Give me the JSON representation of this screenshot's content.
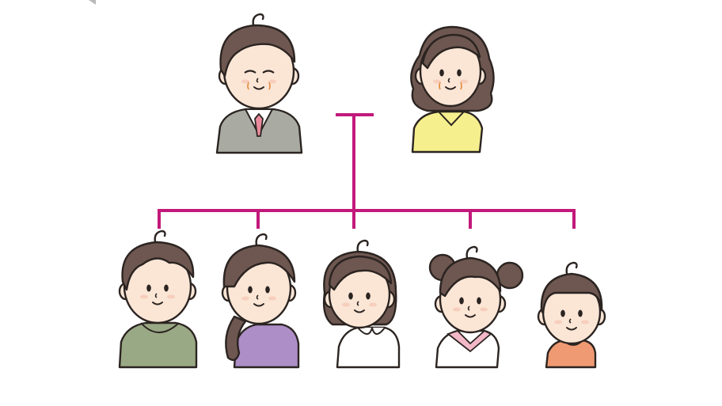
{
  "colors": {
    "tree_line": "#c2197a",
    "outline": "#2b2421",
    "skin": "#fbe6d6",
    "cheek": "#f4b9a8",
    "hair": "#6e5750",
    "father_sweater": "#a9aba3",
    "father_tie": "#e98b9c",
    "mother_top": "#f6ef8e",
    "son_hoodie": "#9aa985",
    "daughter1_top": "#ad8ec7",
    "daughter2_top": "#ffffff",
    "daughter3_top": "#ffffff",
    "daughter3_collar": "#f2b8c8",
    "child5_top": "#ef9a72"
  },
  "people": [
    {
      "role": "father",
      "icon": "father-icon"
    },
    {
      "role": "mother",
      "icon": "mother-icon"
    },
    {
      "role": "son",
      "icon": "son-icon"
    },
    {
      "role": "daughter-long-hair",
      "icon": "daughter-ponytail-icon"
    },
    {
      "role": "daughter-bob",
      "icon": "daughter-bob-icon"
    },
    {
      "role": "daughter-buns",
      "icon": "daughter-buns-icon"
    },
    {
      "role": "youngest-child",
      "icon": "youngest-child-icon"
    }
  ]
}
